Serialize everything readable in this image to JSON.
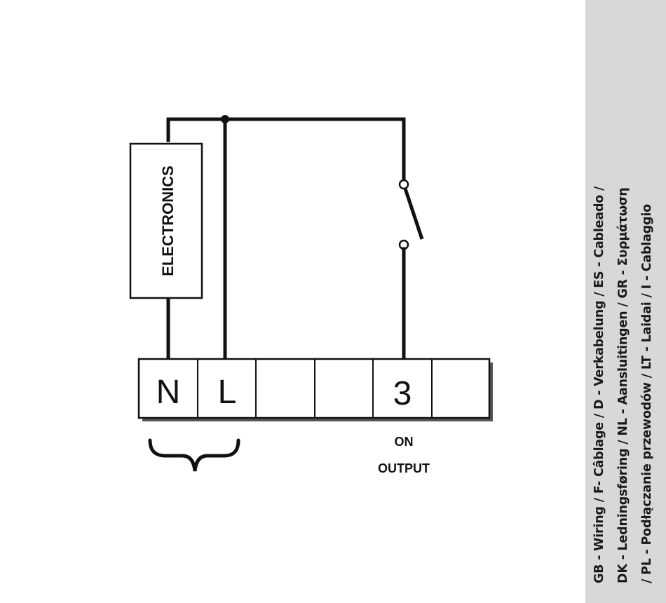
{
  "diagram": {
    "electronics_label": "ELECTRONICS",
    "terminals": [
      "N",
      "L",
      "",
      "",
      "3",
      ""
    ],
    "output_labels": [
      "ON",
      "OUTPUT"
    ]
  },
  "side_panel": {
    "lines": [
      "GB - Wiring / F- Câblage / D - Verkabelung /  ES - Cableado /",
      "DK - Ledningsføring / NL - Aansluitingen / GR - Συρμάτωση",
      "/ PL - Podłączanie przewodów /  LT - Laidai / I - Cablaggio"
    ]
  }
}
